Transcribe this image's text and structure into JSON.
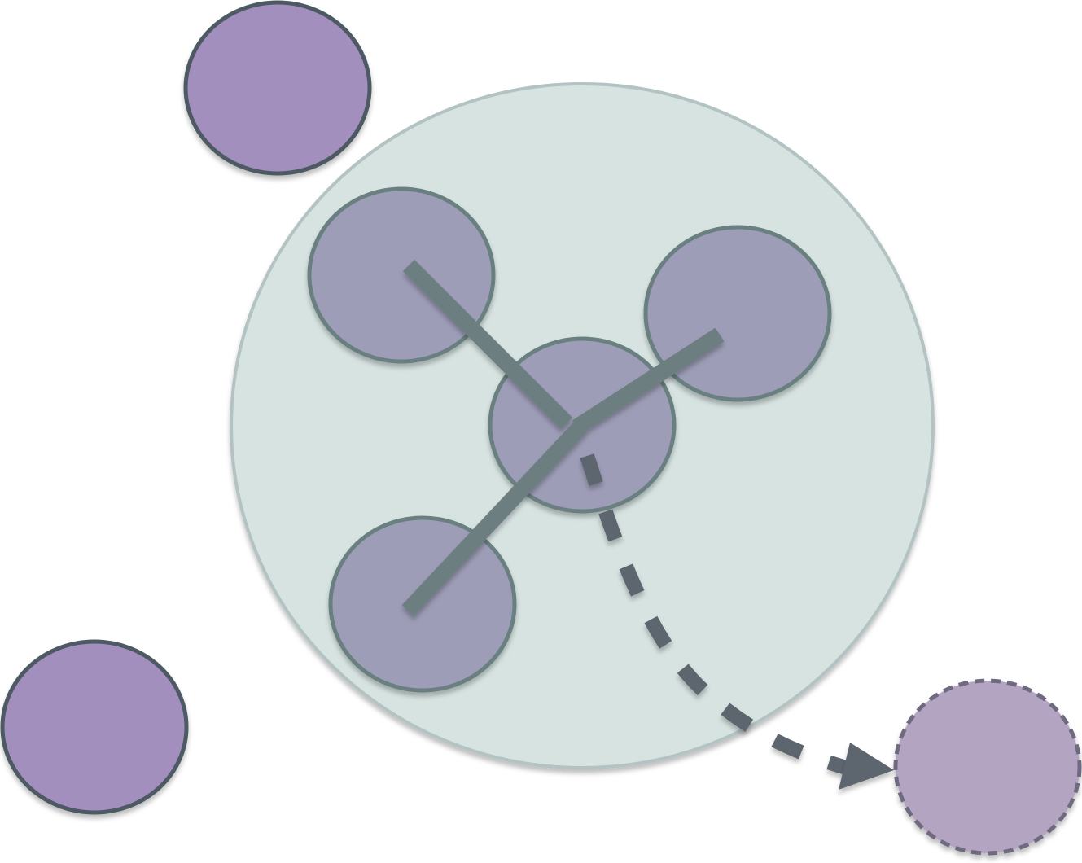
{
  "diagram": {
    "colors": {
      "background": "#ffffff",
      "container_fill": "#d6e3e1",
      "container_stroke": "#b3c2c2",
      "outer_node_fill": "#a38fbd",
      "outer_node_stroke": "#4d5a63",
      "inner_node_fill": "#9d9db7",
      "inner_node_stroke": "#6a7f80",
      "link_stroke": "#6c7e80",
      "arrow_stroke": "#5d656e",
      "target_fill": "#b3a4c2",
      "target_stroke": "#6f6a80"
    },
    "nodes": [
      {
        "id": "outer-top-left",
        "kind": "outer"
      },
      {
        "id": "outer-bottom-left",
        "kind": "outer"
      },
      {
        "id": "inner-top-left",
        "kind": "inner"
      },
      {
        "id": "inner-right",
        "kind": "inner"
      },
      {
        "id": "inner-center",
        "kind": "inner"
      },
      {
        "id": "inner-bottom-left",
        "kind": "inner"
      },
      {
        "id": "detached-target",
        "kind": "target",
        "border": "dashed"
      }
    ],
    "links": [
      {
        "from": "inner-center",
        "to": "inner-top-left",
        "style": "solid"
      },
      {
        "from": "inner-center",
        "to": "inner-right",
        "style": "solid"
      },
      {
        "from": "inner-center",
        "to": "inner-bottom-left",
        "style": "solid"
      },
      {
        "from": "inner-center",
        "to": "detached-target",
        "style": "dashed-arrow"
      }
    ]
  }
}
